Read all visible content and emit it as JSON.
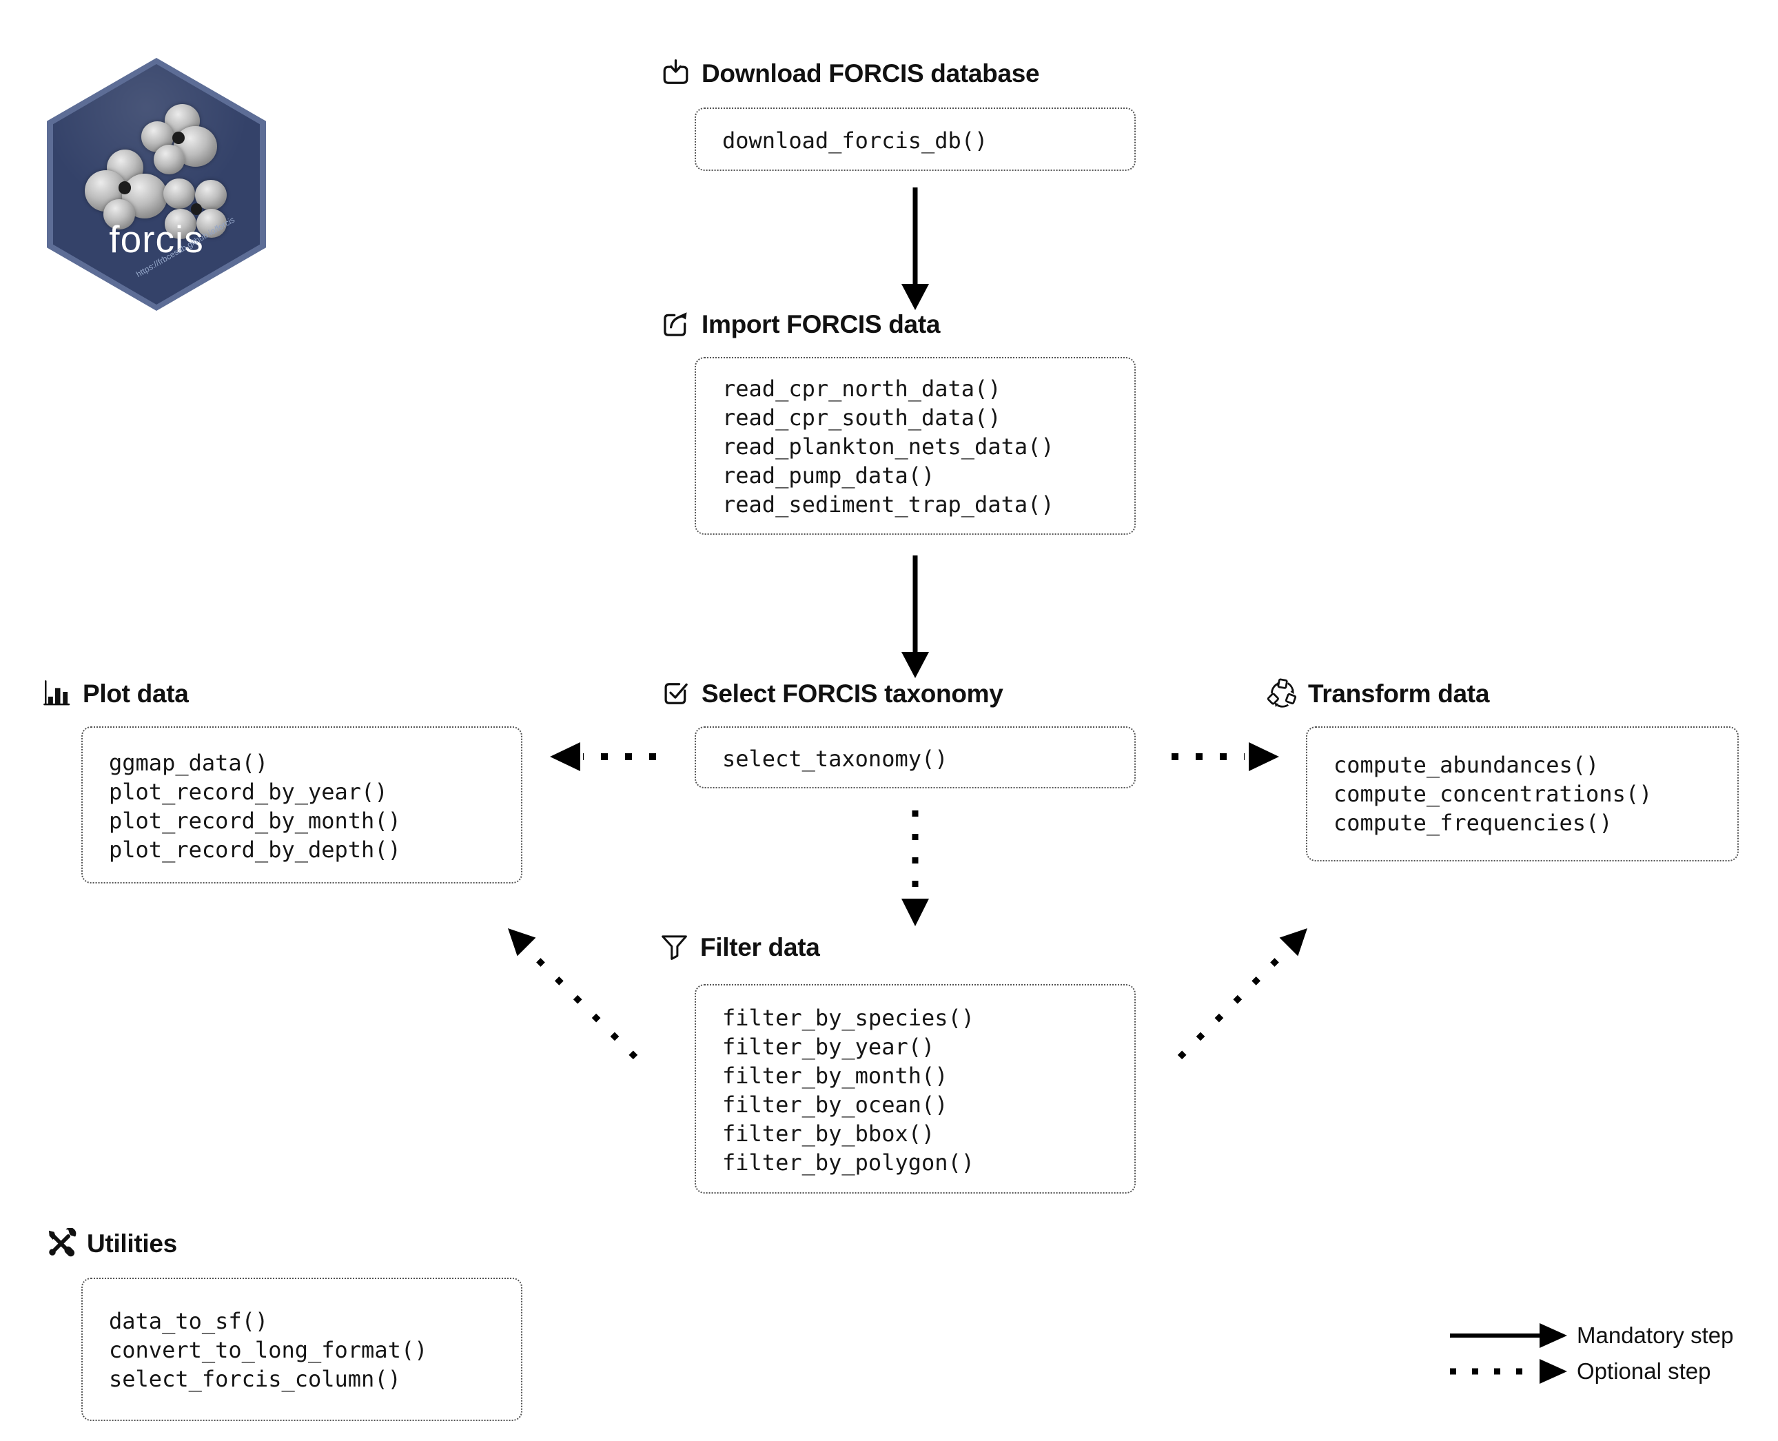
{
  "logo": {
    "title": "forcis",
    "url_text": "https://frbcesab.github.io/forcis",
    "hex_fill": "#344269",
    "hex_border": "#5d6d96"
  },
  "sections": {
    "download": {
      "title": "Download FORCIS database",
      "icon": "download-tray-icon",
      "functions": [
        "download_forcis_db()"
      ]
    },
    "import": {
      "title": "Import FORCIS data",
      "icon": "import-share-icon",
      "functions": [
        "read_cpr_north_data()",
        "read_cpr_south_data()",
        "read_plankton_nets_data()",
        "read_pump_data()",
        "read_sediment_trap_data()"
      ]
    },
    "select": {
      "title": "Select FORCIS taxonomy",
      "icon": "checkbox-check-icon",
      "functions": [
        "select_taxonomy()"
      ]
    },
    "plot": {
      "title": "Plot data",
      "icon": "bar-chart-icon",
      "functions": [
        "ggmap_data()",
        "plot_record_by_year()",
        "plot_record_by_month()",
        "plot_record_by_depth()"
      ]
    },
    "transform": {
      "title": "Transform data",
      "icon": "cycle-icon",
      "functions": [
        "compute_abundances()",
        "compute_concentrations()",
        "compute_frequencies()"
      ]
    },
    "filter": {
      "title": "Filter data",
      "icon": "funnel-icon",
      "functions": [
        "filter_by_species()",
        "filter_by_year()",
        "filter_by_month()",
        "filter_by_ocean()",
        "filter_by_bbox()",
        "filter_by_polygon()"
      ]
    },
    "utilities": {
      "title": "Utilities",
      "icon": "crossed-tools-icon",
      "functions": [
        "data_to_sf()",
        "convert_to_long_format()",
        "select_forcis_column()"
      ]
    }
  },
  "legend": {
    "mandatory_label": "Mandatory step",
    "optional_label": "Optional step"
  },
  "colors": {
    "arrow": "#000000",
    "text": "#111111",
    "box_border": "#555555"
  }
}
